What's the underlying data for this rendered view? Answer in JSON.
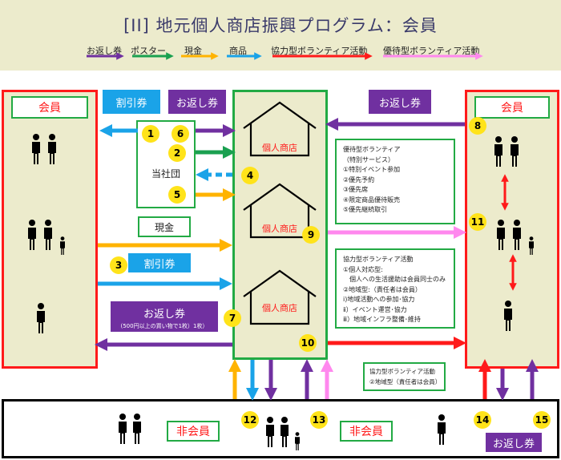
{
  "title": "[II] 地元個人商店振興プログラム：会員",
  "legend": [
    {
      "label": "お返し券",
      "color": "#7030a0"
    },
    {
      "label": "ポスター",
      "color": "#1aa050"
    },
    {
      "label": "現金",
      "color": "#ffb300"
    },
    {
      "label": "商品",
      "color": "#1aa3e8"
    },
    {
      "label": "協力型ボランティア活動",
      "color": "#ff1a1a"
    },
    {
      "label": "優待型ボランティア活動",
      "color": "#ff88ee"
    }
  ],
  "left_panel": {
    "title": "会員"
  },
  "right_panel": {
    "title": "会員"
  },
  "company": {
    "label": "当社団"
  },
  "store_label": "個人商店",
  "labels": {
    "discount_top": "割引券",
    "voucher_top_left": "お返し券",
    "voucher_top_right": "お返し券",
    "cash": "現金",
    "discount_mid": "割引券",
    "voucher_bottom": "お返し券",
    "voucher_bottom_note": "(500円以上の買い物で1枚）1枚）",
    "voucher_corner": "お返し券",
    "nonmember_left": "非会員",
    "nonmember_right": "非会員"
  },
  "preferential": {
    "lines": [
      "優待型ボランティア",
      "（特別サービス）",
      "①特別イベント参加",
      "②優先予約",
      "③優先席",
      "④限定商品優待販売",
      "⑤優先継続取引"
    ]
  },
  "cooperative": {
    "lines": [
      "協力型ボランティア活動",
      "①個人対応型:",
      "　個人への生活援助は会員同士のみ",
      "②地域型:（責任者は会員）",
      "ⅰ)地域活動への参加･協力",
      "ⅱ）イベント運営･協力",
      "ⅲ）地域インフラ整備･維持"
    ]
  },
  "bottom_note": {
    "lines": [
      "協力型ボランティア活動",
      "②地域型（責任者は会員）"
    ]
  },
  "numbers": [
    "1",
    "2",
    "3",
    "4",
    "5",
    "6",
    "7",
    "8",
    "9",
    "10",
    "11",
    "12",
    "13",
    "14",
    "15"
  ]
}
